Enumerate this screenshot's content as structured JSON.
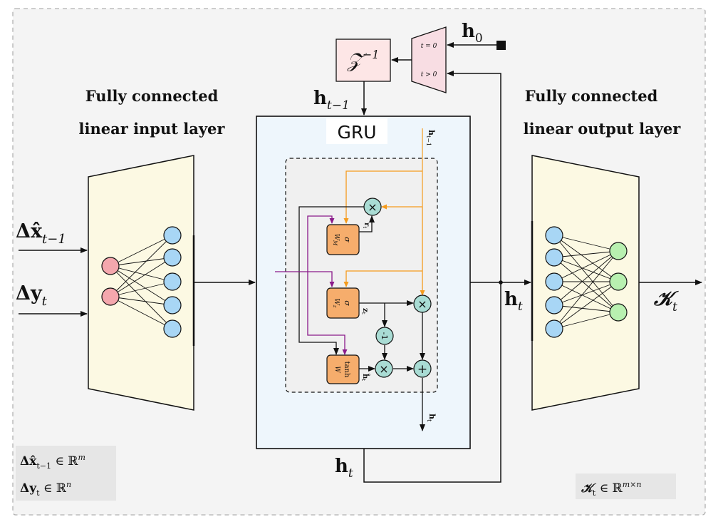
{
  "colors": {
    "background": "#f4f4f4",
    "frame_dash": "#b0b0b0",
    "layer_fill": "#fcf9e3",
    "gru_fill": "#eef6fc",
    "gru_inner_fill": "#f0f0f0",
    "input_node": "#f4a7ad",
    "hidden_node": "#a8d6f5",
    "output_node": "#b8f0b0",
    "gate_box": "#f6ad6c",
    "op_circle": "#a9dcd4",
    "orange_wire": "#f59b1c",
    "purple_wire": "#8a1a8a",
    "delay_fill": "#fde6e6",
    "mux_fill": "#f8dde3",
    "legend_fill": "#e6e6e6"
  },
  "labels": {
    "input_layer_line1": "Fully connected",
    "input_layer_line2": "linear input layer",
    "output_layer_line1": "Fully connected",
    "output_layer_line2": "linear output layer",
    "gru": "GRU",
    "delay": "𝒵",
    "delay_exp": "−1",
    "h0_base": "h",
    "h0_sub": "0",
    "mux_t0": "t = 0",
    "mux_tgt0": "t > 0",
    "h_prev_base": "h",
    "h_prev_sub": "t−1",
    "input_dx_base": "Δx̂",
    "input_dx_sub": "t−1",
    "input_dy_base": "Δy",
    "input_dy_sub": "t",
    "ht_base": "h",
    "ht_sub": "t",
    "output_base": "𝒦",
    "output_sub": "t",
    "gate_r_top": "σ",
    "gate_r_bottom": "W_M",
    "gate_z_top": "σ",
    "gate_z_bottom": "W_z",
    "gate_h_top": "tanh",
    "gate_h_bottom": "W",
    "r_label": "r_t",
    "z_label": "z_t",
    "hhat_label": "ĥ_t",
    "inner_hprev": "h_{t−1}",
    "inner_ht": "h_t",
    "op_mult": "×",
    "op_plus": "+",
    "op_minus": "-1"
  },
  "legend_left": {
    "line1": "Δx̂_{t−1} ∈ ℝ^m",
    "line2": "Δy_t ∈ ℝ^n"
  },
  "legend_right": {
    "line1": "𝒦_t ∈ ℝ^{m×n}"
  }
}
